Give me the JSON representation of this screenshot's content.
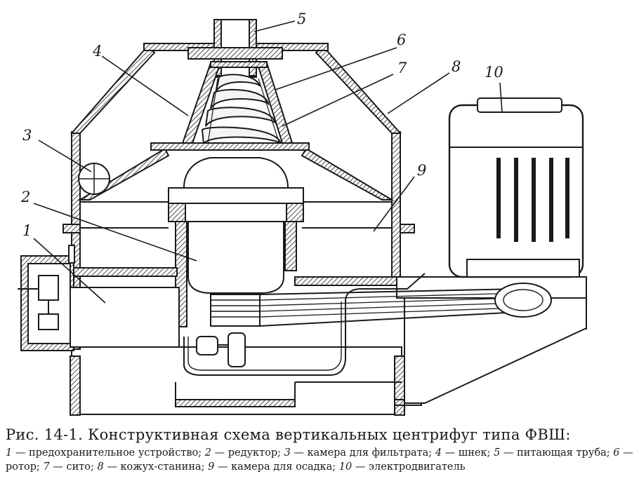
{
  "caption": {
    "title": "Рис. 14-1. Конструктивная схема вертикальных центрифуг типа ФВШ:",
    "legend": [
      {
        "num": "1",
        "text": "предохранительное устройство;"
      },
      {
        "num": "2",
        "text": "редуктор;"
      },
      {
        "num": "3",
        "text": "камера для фильтрата;"
      },
      {
        "num": "4",
        "text": "шнек;"
      },
      {
        "num": "5",
        "text": "питающая труба;"
      },
      {
        "num": "6",
        "text": "ротор;"
      },
      {
        "num": "7",
        "text": "сито;"
      },
      {
        "num": "8",
        "text": "кожух-станина;"
      },
      {
        "num": "9",
        "text": "камера для осадка;"
      },
      {
        "num": "10",
        "text": "электродвигатель"
      }
    ]
  },
  "callouts": [
    "1",
    "2",
    "3",
    "4",
    "5",
    "6",
    "7",
    "8",
    "9",
    "10"
  ]
}
